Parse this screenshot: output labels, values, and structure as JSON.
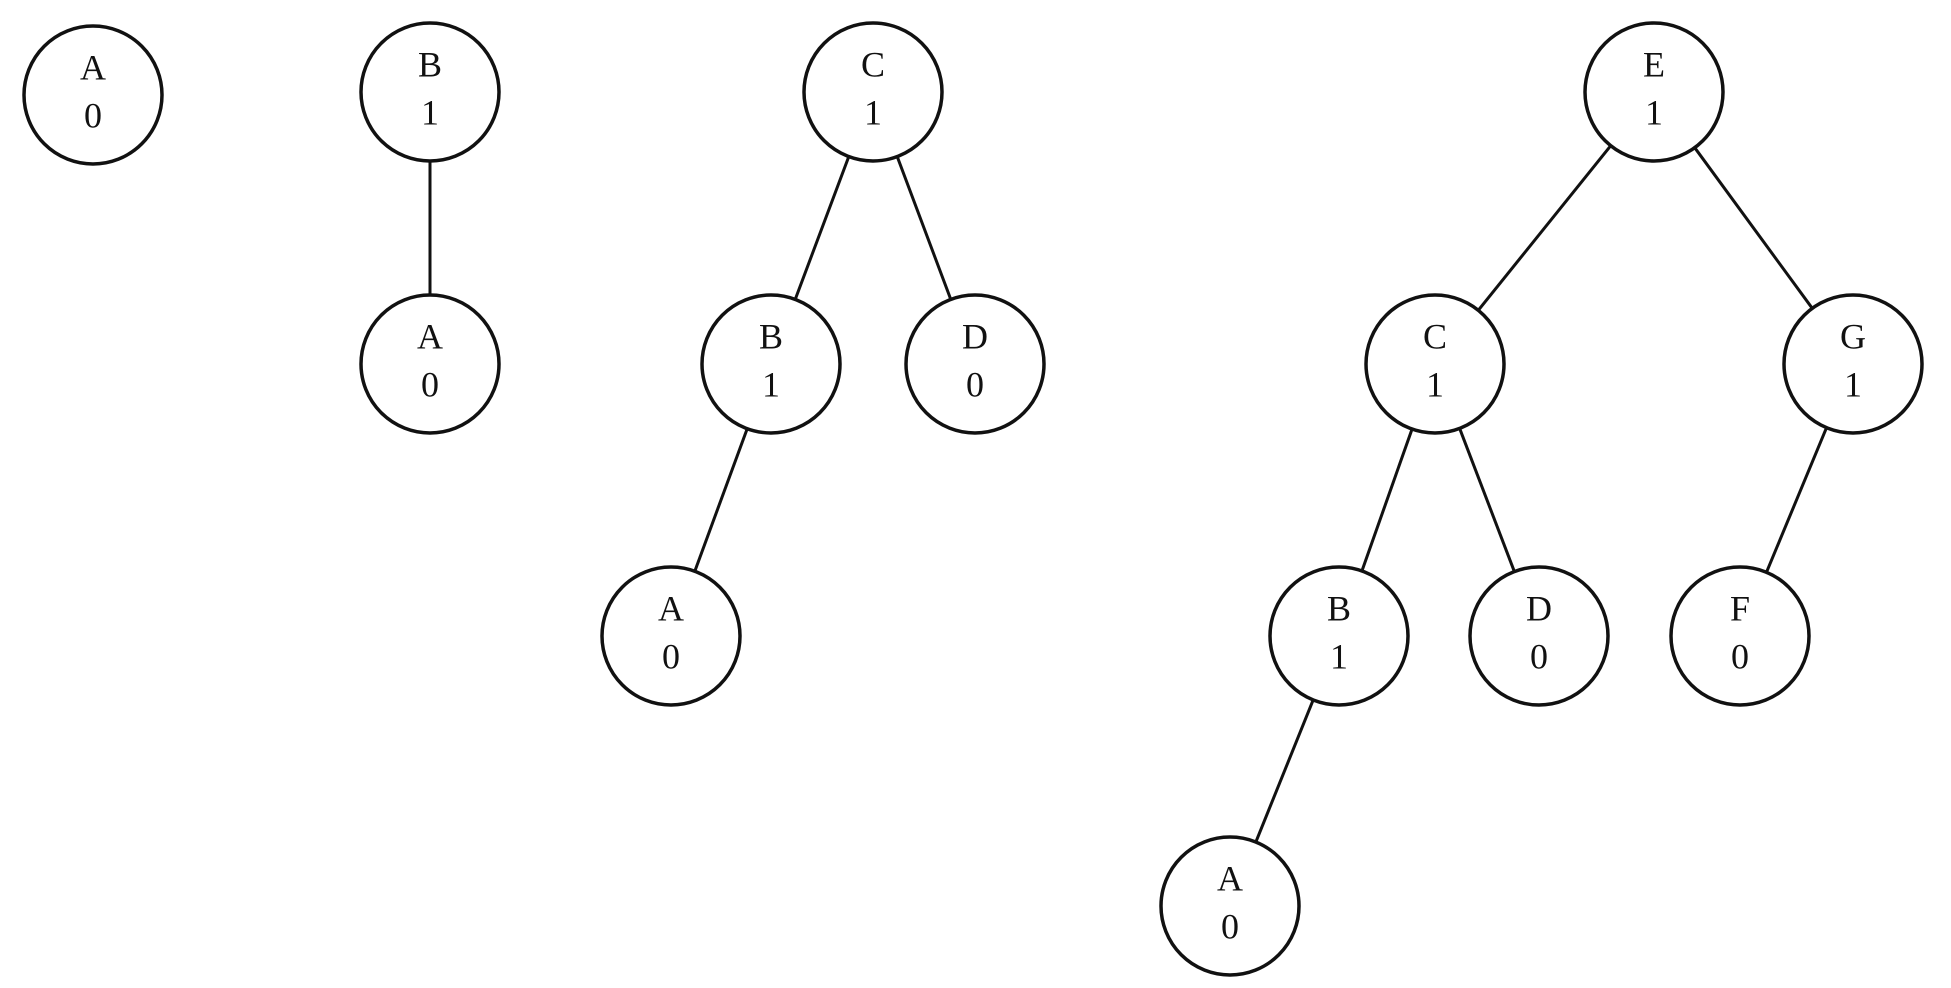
{
  "diagram": {
    "trees": [
      {
        "nodes": [
          {
            "id": "t1-a",
            "label": "A",
            "value": "0"
          }
        ],
        "edges": []
      },
      {
        "nodes": [
          {
            "id": "t2-b",
            "label": "B",
            "value": "1"
          },
          {
            "id": "t2-a",
            "label": "A",
            "value": "0"
          }
        ],
        "edges": [
          [
            "t2-b",
            "t2-a"
          ]
        ]
      },
      {
        "nodes": [
          {
            "id": "t3-c",
            "label": "C",
            "value": "1"
          },
          {
            "id": "t3-b",
            "label": "B",
            "value": "1"
          },
          {
            "id": "t3-d",
            "label": "D",
            "value": "0"
          },
          {
            "id": "t3-a",
            "label": "A",
            "value": "0"
          }
        ],
        "edges": [
          [
            "t3-c",
            "t3-b"
          ],
          [
            "t3-c",
            "t3-d"
          ],
          [
            "t3-b",
            "t3-a"
          ]
        ]
      },
      {
        "nodes": [
          {
            "id": "t4-e",
            "label": "E",
            "value": "1"
          },
          {
            "id": "t4-c",
            "label": "C",
            "value": "1"
          },
          {
            "id": "t4-g",
            "label": "G",
            "value": "1"
          },
          {
            "id": "t4-b",
            "label": "B",
            "value": "1"
          },
          {
            "id": "t4-d",
            "label": "D",
            "value": "0"
          },
          {
            "id": "t4-f",
            "label": "F",
            "value": "0"
          },
          {
            "id": "t4-a",
            "label": "A",
            "value": "0"
          }
        ],
        "edges": [
          [
            "t4-e",
            "t4-c"
          ],
          [
            "t4-e",
            "t4-g"
          ],
          [
            "t4-c",
            "t4-b"
          ],
          [
            "t4-c",
            "t4-d"
          ],
          [
            "t4-g",
            "t4-f"
          ],
          [
            "t4-b",
            "t4-a"
          ]
        ]
      }
    ]
  }
}
